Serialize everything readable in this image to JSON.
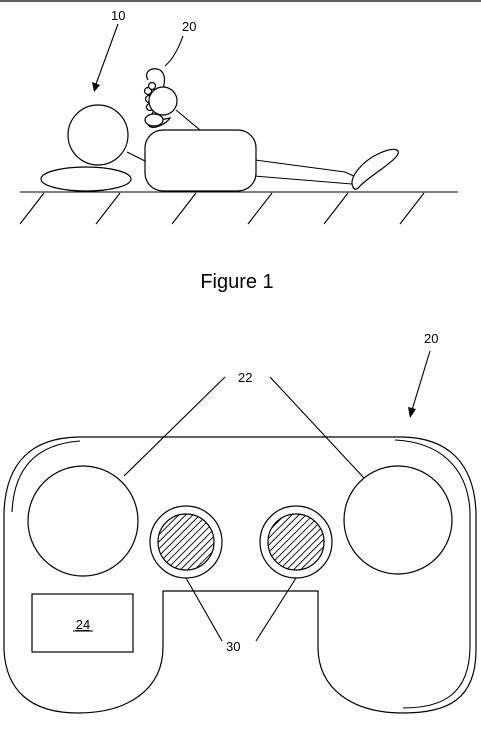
{
  "figure1": {
    "caption": "Figure 1",
    "labels": {
      "person": "10",
      "device": "20"
    }
  },
  "figure2": {
    "labels": {
      "device": "20",
      "large_buttons": "22",
      "box": "24",
      "small_buttons": "30"
    }
  }
}
